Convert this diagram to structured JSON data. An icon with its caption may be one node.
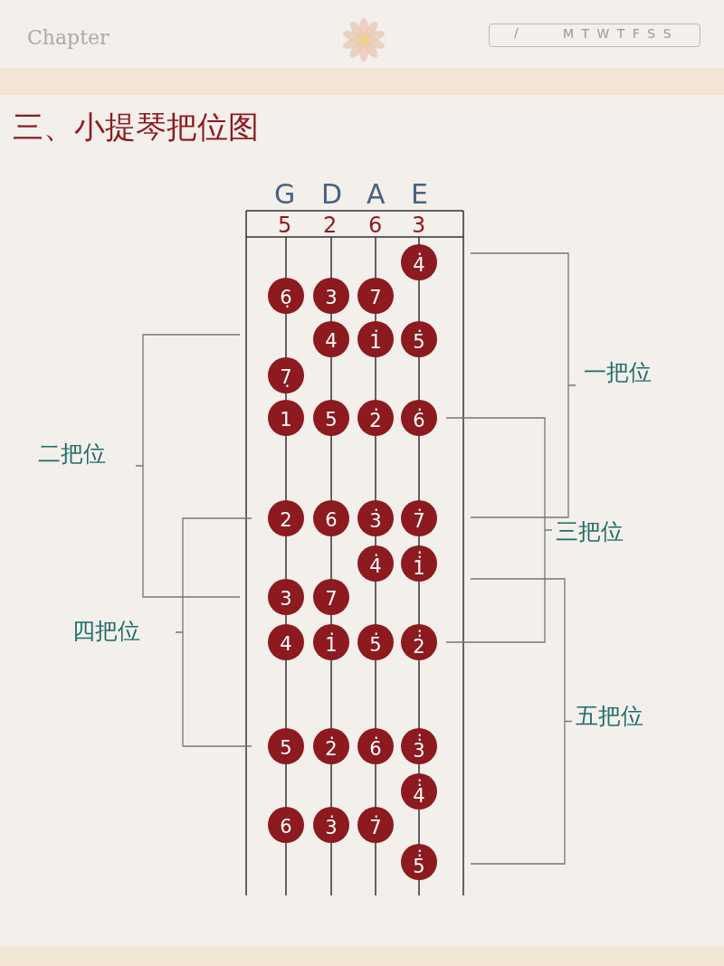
{
  "diagram": {
    "title": "三、小提琴把位图",
    "nodes": [
      {
        "text": [
          "4̇"
        ]
      },
      {
        "text": [
          "6̣"
        ]
      },
      {
        "text": [
          "3"
        ]
      },
      {
        "text": [
          "7"
        ]
      },
      {
        "text": [
          "4"
        ]
      },
      {
        "text": [
          "1̇"
        ]
      },
      {
        "text": [
          "5̇"
        ]
      },
      {
        "text": [
          "7̣"
        ]
      },
      {
        "text": [
          "1"
        ]
      },
      {
        "text": [
          "5"
        ]
      },
      {
        "text": [
          "2̇"
        ]
      },
      {
        "text": [
          "6̇"
        ]
      },
      {
        "text": [
          "2"
        ]
      },
      {
        "text": [
          "6"
        ]
      },
      {
        "text": [
          "3̇"
        ]
      },
      {
        "text": [
          "7̇"
        ]
      },
      {
        "text": [
          "4̇"
        ]
      },
      {
        "text": [
          "1̇̇"
        ]
      },
      {
        "text": [
          "3"
        ]
      },
      {
        "text": [
          "7"
        ]
      },
      {
        "text": [
          "4"
        ]
      },
      {
        "text": [
          "1̇"
        ]
      },
      {
        "text": [
          "5̇"
        ]
      },
      {
        "text": [
          "2̇̇"
        ]
      },
      {
        "text": [
          "5"
        ]
      },
      {
        "text": [
          "2̇"
        ]
      },
      {
        "text": [
          "6̇"
        ]
      },
      {
        "text": [
          "3̇̇"
        ]
      },
      {
        "text": [
          "4̇̇"
        ]
      },
      {
        "text": [
          "6"
        ]
      },
      {
        "text": [
          "3̇"
        ]
      },
      {
        "text": [
          "7̇"
        ]
      },
      {
        "text": [
          "5̇̇"
        ]
      }
    ],
    "labels": [
      "Chapter",
      "/",
      "M T W T F S S",
      "G",
      "D",
      "A",
      "E",
      "5",
      "2",
      "6",
      "3",
      "一把位",
      "二把位",
      "三把位",
      "四把位",
      "五把位"
    ]
  }
}
